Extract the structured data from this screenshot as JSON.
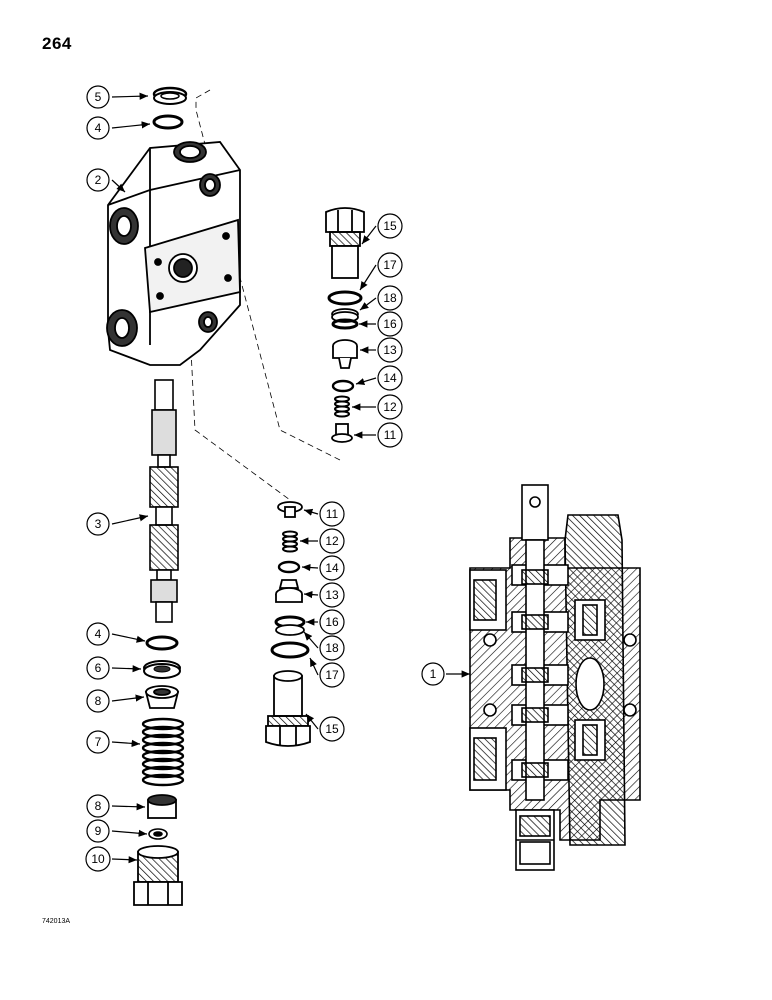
{
  "page": {
    "number": "264",
    "figure_code": "742013A"
  },
  "callouts": {
    "c1": "1",
    "c2": "2",
    "c3": "3",
    "c4a": "4",
    "c4b": "4",
    "c5": "5",
    "c6": "6",
    "c7": "7",
    "c8a": "8",
    "c8b": "8",
    "c9": "9",
    "c10": "10",
    "c11a": "11",
    "c11b": "11",
    "c12a": "12",
    "c12b": "12",
    "c13a": "13",
    "c13b": "13",
    "c14a": "14",
    "c14b": "14",
    "c15a": "15",
    "c15b": "15",
    "c16a": "16",
    "c16b": "16",
    "c17a": "17",
    "c17b": "17",
    "c18a": "18",
    "c18b": "18"
  },
  "colors": {
    "ink": "#000000",
    "paper": "#ffffff",
    "section_hatch": "#000000"
  }
}
